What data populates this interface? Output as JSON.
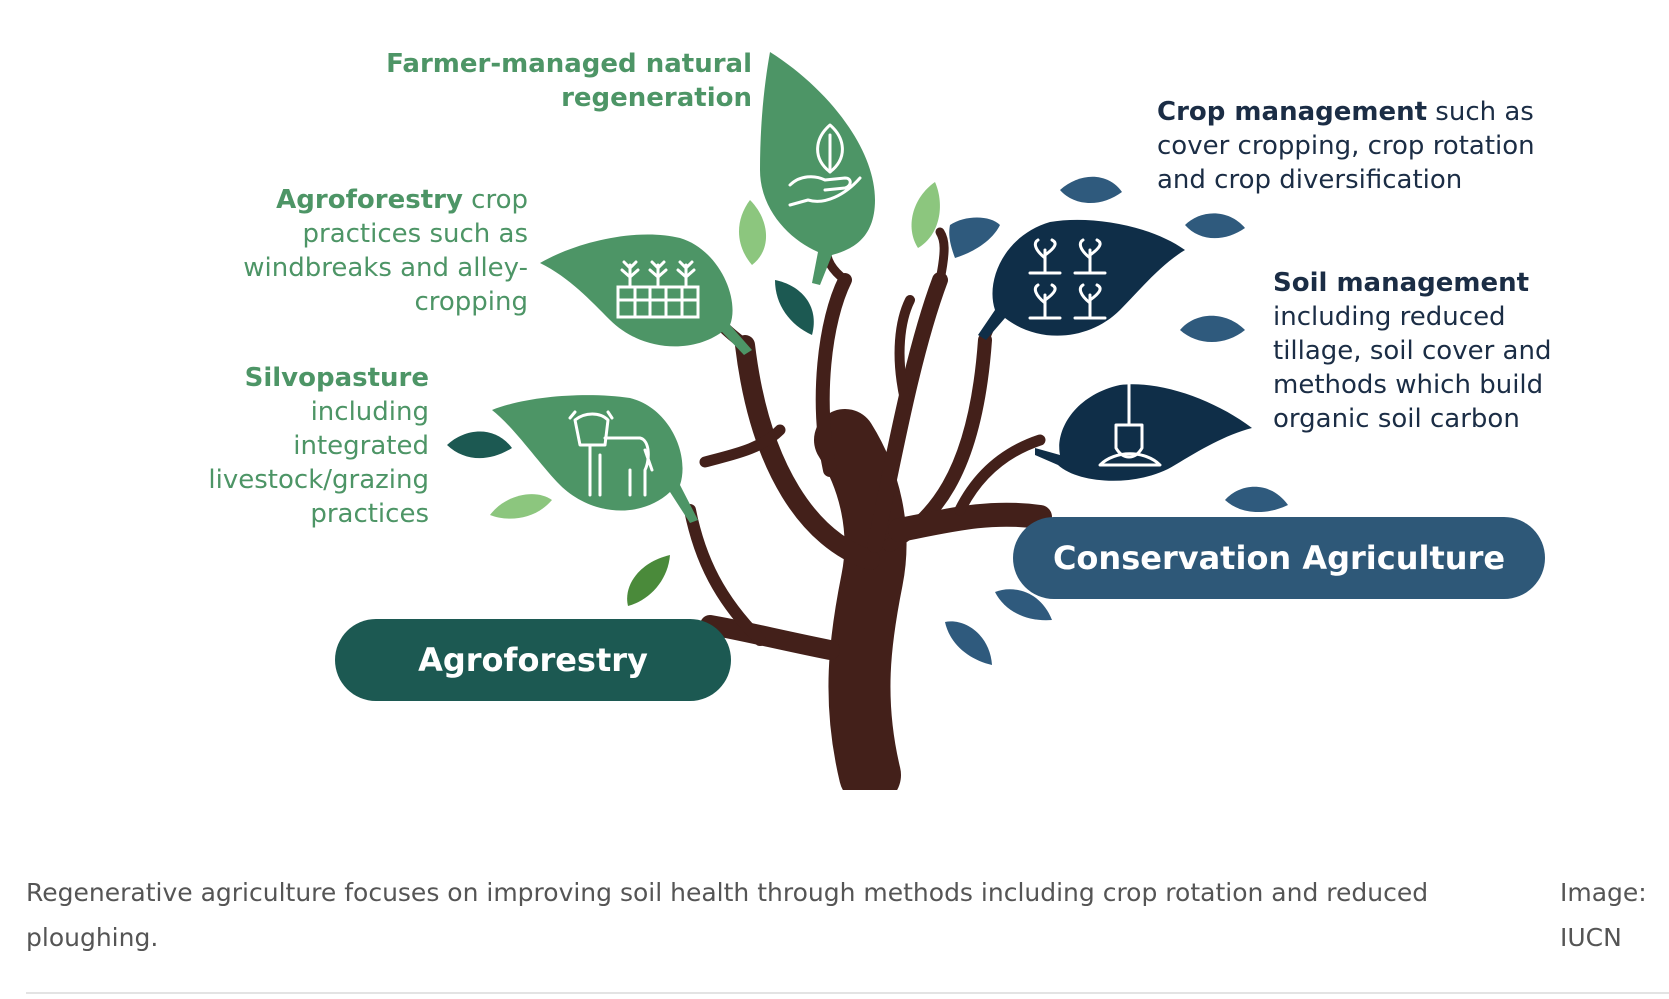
{
  "diagram": {
    "left_labels": {
      "fmnr": {
        "bold": "Farmer-managed natural regeneration",
        "rest": ""
      },
      "agroforestry_crop": {
        "bold": "Agroforestry",
        "rest": " crop practices such as windbreaks and alley-cropping"
      },
      "silvopasture": {
        "bold": "Silvopasture",
        "rest": " including integrated livestock/grazing practices"
      }
    },
    "right_labels": {
      "crop_management": {
        "bold": "Crop management",
        "rest": " such as cover cropping, crop rotation and crop diversification"
      },
      "soil_management": {
        "bold": "Soil management",
        "rest": " including reduced tillage, soil cover and methods which build organic soil carbon"
      }
    },
    "pills": {
      "agroforestry": "Agroforestry",
      "conservation_agriculture": "Conservation Agriculture"
    },
    "icons": [
      "hand-leaf-icon",
      "plant-rows-icon",
      "cow-icon",
      "seedlings-icon",
      "shovel-icon"
    ],
    "colors": {
      "trunk": "#43201a",
      "leaf_green": "#4d9566",
      "leaf_dark_green": "#1c5952",
      "leaf_light_green": "#8cc67e",
      "leaf_navy": "#0f2e48",
      "leaf_blue": "#2f5a7d"
    }
  },
  "caption": {
    "text": "Regenerative agriculture focuses on improving soil health through methods including crop rotation and reduced ploughing.",
    "credit": "Image: IUCN"
  }
}
